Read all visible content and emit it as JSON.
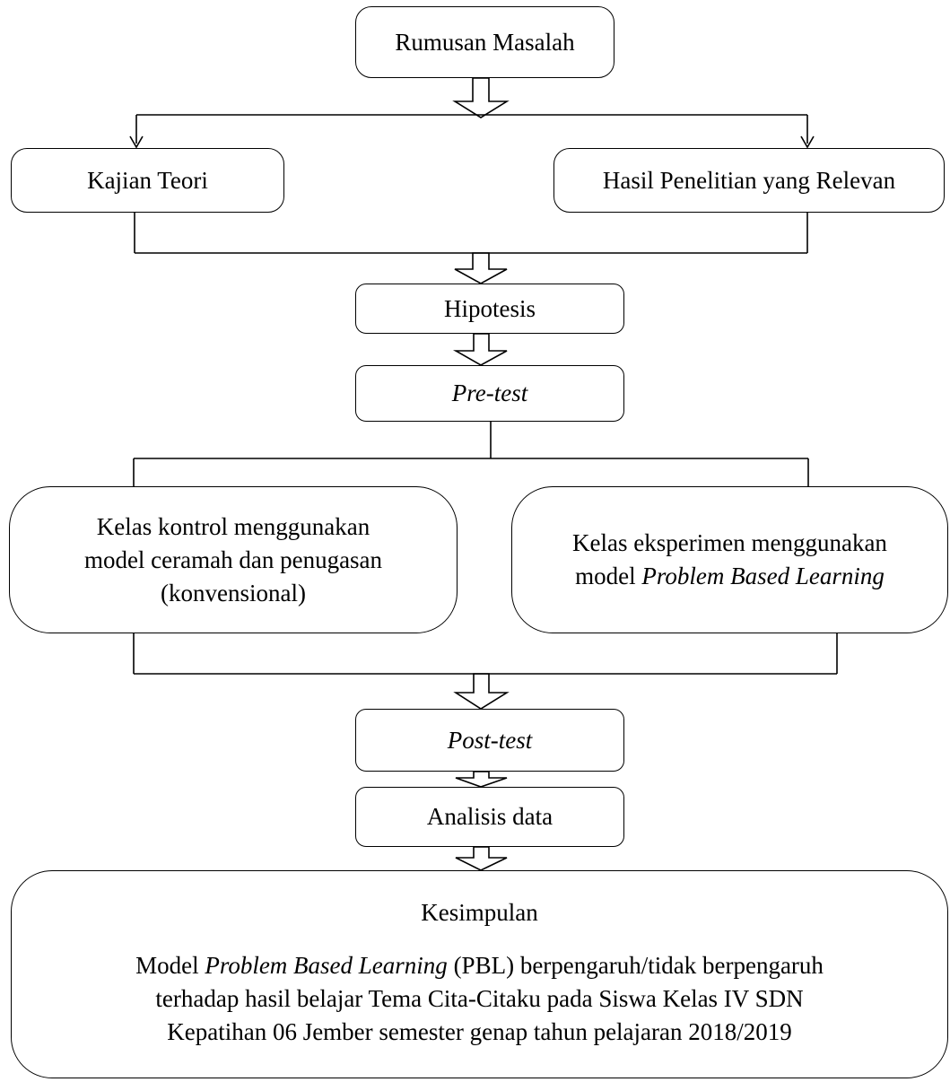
{
  "diagram": {
    "rumusan_masalah": "Rumusan Masalah",
    "kajian_teori": "Kajian Teori",
    "hasil_penelitian": "Hasil Penelitian yang Relevan",
    "hipotesis": "Hipotesis",
    "pre_test": "Pre-test",
    "kelas_kontrol": {
      "line1": "Kelas kontrol menggunakan",
      "line2": "model ceramah dan penugasan",
      "line3": "(konvensional)"
    },
    "kelas_eksperimen": {
      "line1": "Kelas eksperimen menggunakan",
      "line2_prefix": "model ",
      "line2_italic": "Problem Based Learning"
    },
    "post_test": "Post-test",
    "analisis_data": "Analisis data",
    "kesimpulan": {
      "title": "Kesimpulan",
      "line1_prefix": "Model ",
      "line1_italic": "Problem Based Learning",
      "line1_suffix": " (PBL) berpengaruh/tidak berpengaruh",
      "line2": "terhadap hasil belajar Tema Cita-Citaku pada Siswa Kelas IV SDN",
      "line3": "Kepatihan 06 Jember semester genap tahun pelajaran 2018/2019"
    }
  }
}
